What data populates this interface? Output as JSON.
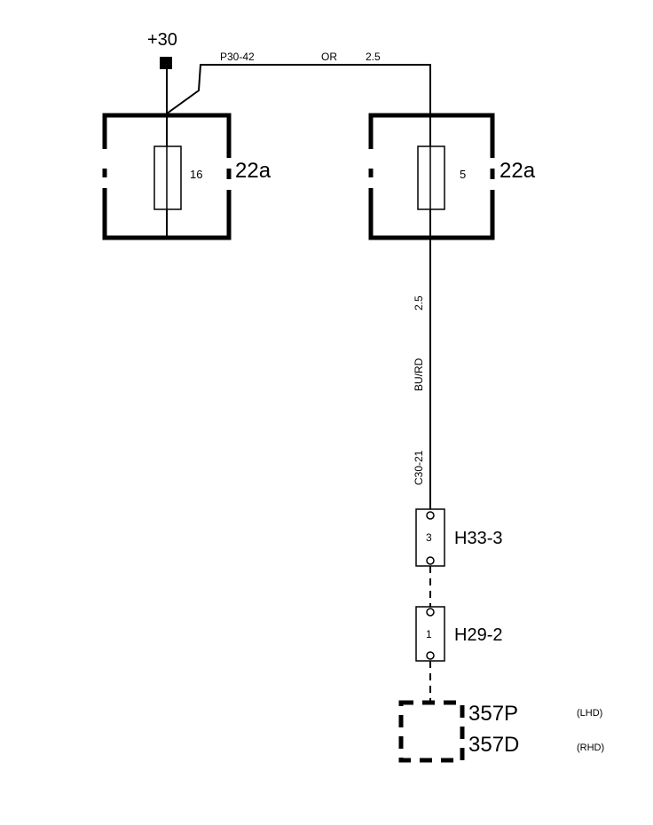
{
  "supply": {
    "label": "+30"
  },
  "top_wire": {
    "code": "P30-42",
    "color": "OR",
    "size": "2.5"
  },
  "fuse_boxes": [
    {
      "box_label": "22a",
      "fuse_number": "16"
    },
    {
      "box_label": "22a",
      "fuse_number": "5"
    }
  ],
  "vertical_wire": {
    "size": "2.5",
    "color": "BU/RD",
    "code": "C30-21"
  },
  "connectors": [
    {
      "label": "H33-3",
      "pin": "3"
    },
    {
      "label": "H29-2",
      "pin": "1"
    }
  ],
  "component": {
    "labels": [
      {
        "code": "357P",
        "variant": "(LHD)"
      },
      {
        "code": "357D",
        "variant": "(RHD)"
      }
    ]
  }
}
